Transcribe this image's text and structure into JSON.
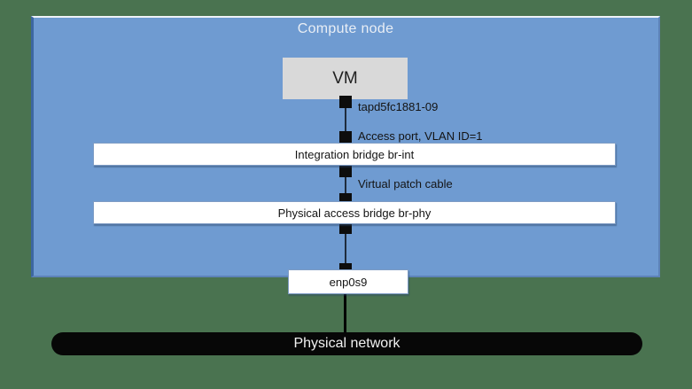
{
  "diagram": {
    "title": "Compute node",
    "nodes": {
      "vm": {
        "label": "VM"
      },
      "integration_bridge": {
        "label": "Integration bridge br-int"
      },
      "physical_bridge": {
        "label": "Physical access bridge br-phy"
      },
      "nic": {
        "label": "enp0s9"
      },
      "physical_network": {
        "label": "Physical network"
      }
    },
    "port_labels": {
      "tap_interface": "tapd5fc1881-09",
      "access_port": "Access port, VLAN ID=1",
      "patch_cable": "Virtual patch cable"
    },
    "colors": {
      "page_background": "#4a7350",
      "compute_node_fill": "#6f9bd1",
      "compute_node_top_edge": "#eef3f8",
      "compute_node_left_edge": "#3d67a1",
      "vm_fill": "#d9d9d9",
      "bridge_fill": "#ffffff",
      "bridge_border": "#7e9cc4",
      "port_fill": "#0d0d0d",
      "physical_network_fill": "#070707",
      "title_text": "#e9eef5",
      "label_text": "#141414"
    }
  }
}
